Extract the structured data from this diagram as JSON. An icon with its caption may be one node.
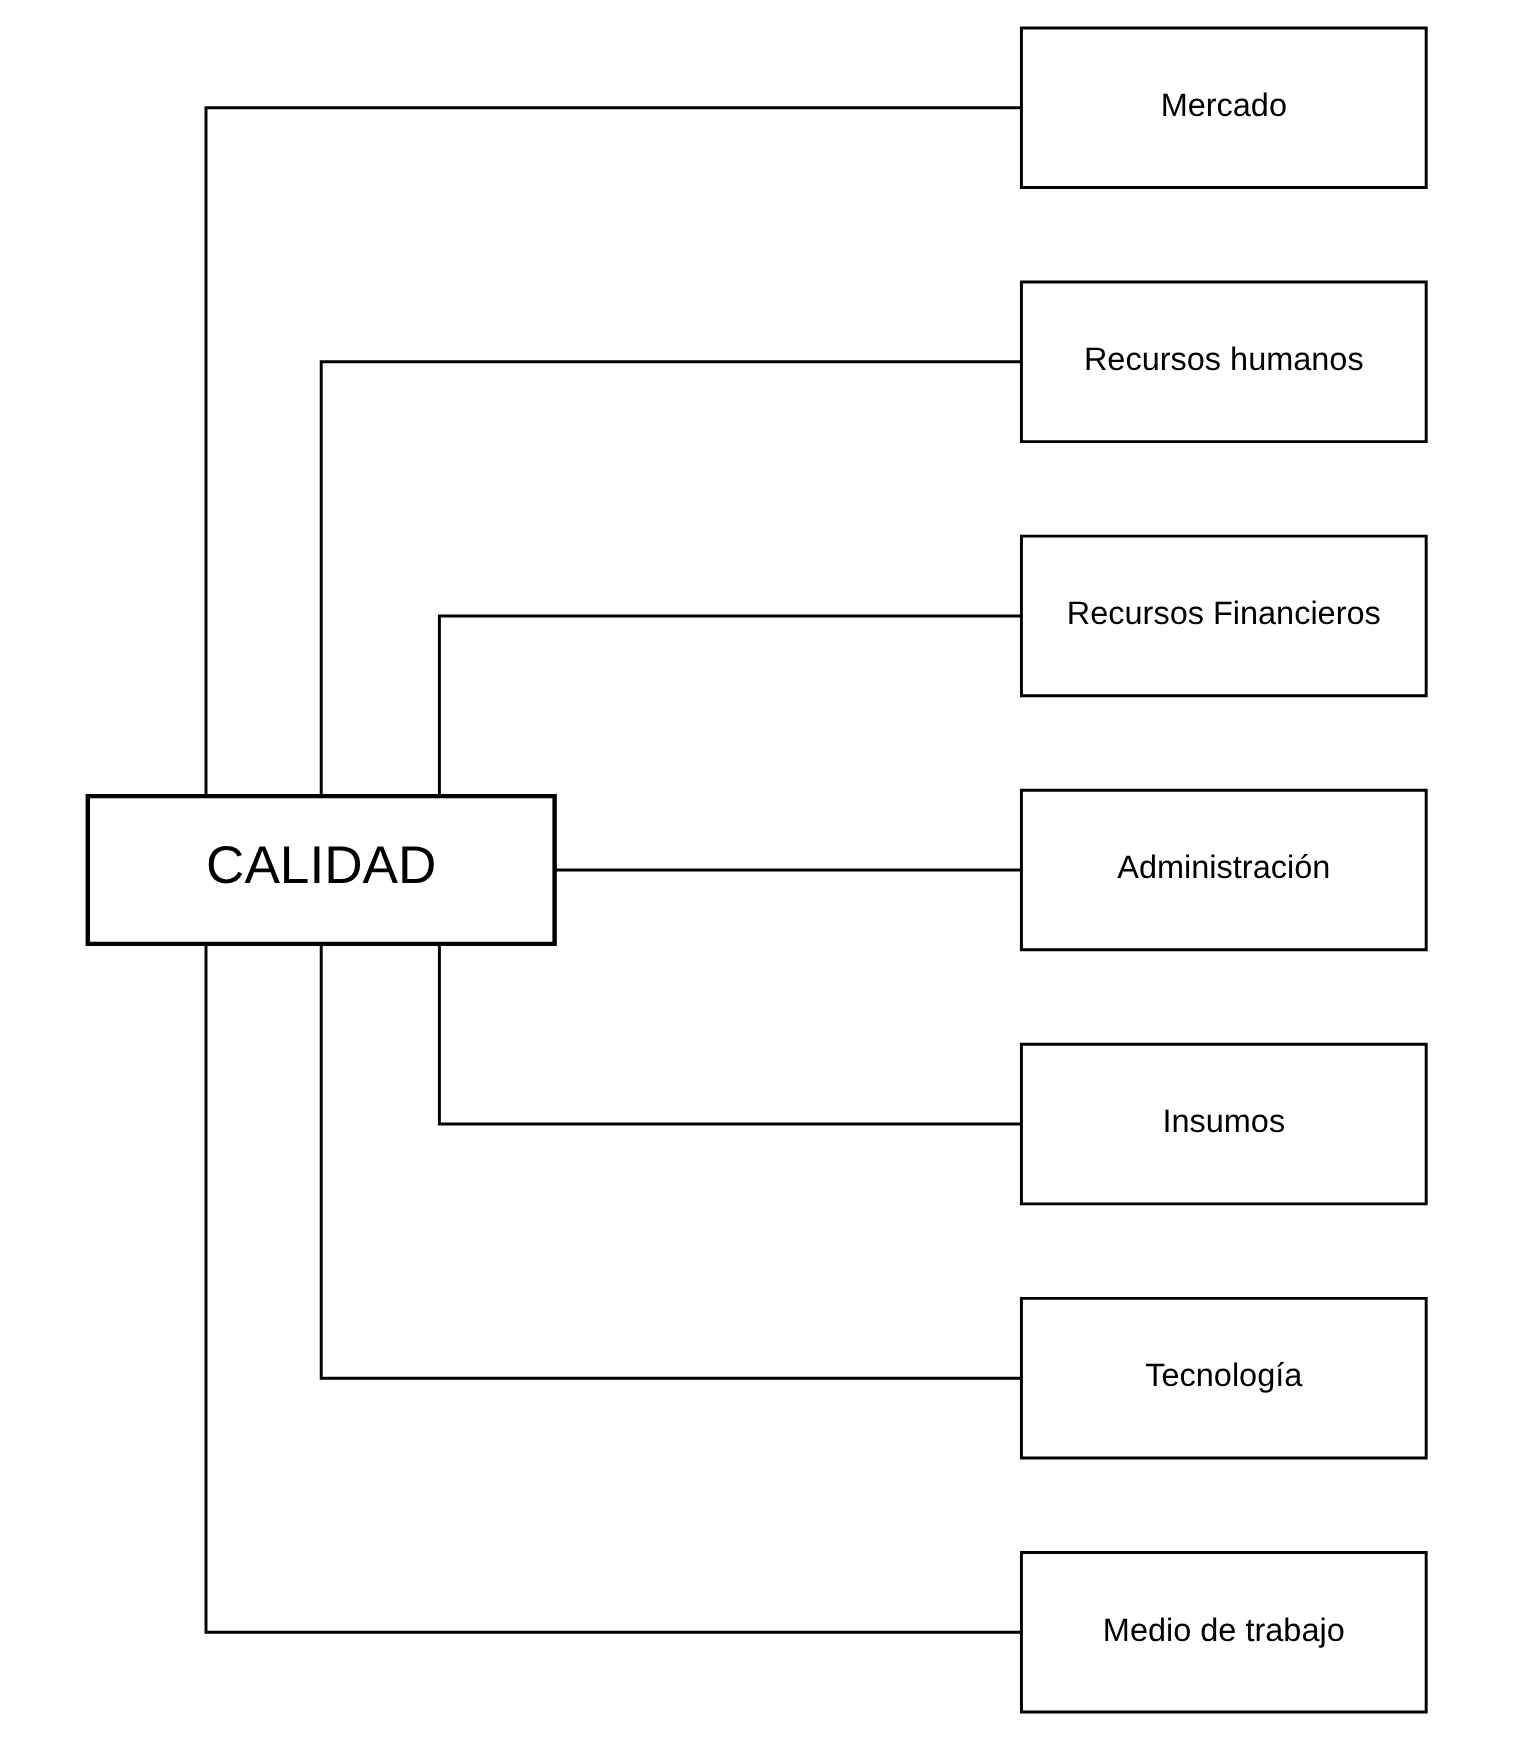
{
  "diagram": {
    "nodes": [
      {
        "text": [
          "CALIDAD"
        ]
      },
      {
        "text": [
          "Mercado"
        ]
      },
      {
        "text": [
          "Recursos humanos"
        ]
      },
      {
        "text": [
          "Recursos Financieros"
        ]
      },
      {
        "text": [
          "Administración"
        ]
      },
      {
        "text": [
          "Insumos"
        ]
      },
      {
        "text": [
          "Tecnología"
        ]
      },
      {
        "text": [
          "Medio de trabajo"
        ]
      }
    ],
    "edges": [
      {
        "from": 0,
        "to": 1,
        "arrow": "none"
      },
      {
        "from": 0,
        "to": 2,
        "arrow": "none"
      },
      {
        "from": 0,
        "to": 3,
        "arrow": "none"
      },
      {
        "from": 0,
        "to": 4,
        "arrow": "none"
      },
      {
        "from": 0,
        "to": 5,
        "arrow": "none"
      },
      {
        "from": 0,
        "to": 6,
        "arrow": "none"
      },
      {
        "from": 0,
        "to": 7,
        "arrow": "none"
      }
    ]
  }
}
